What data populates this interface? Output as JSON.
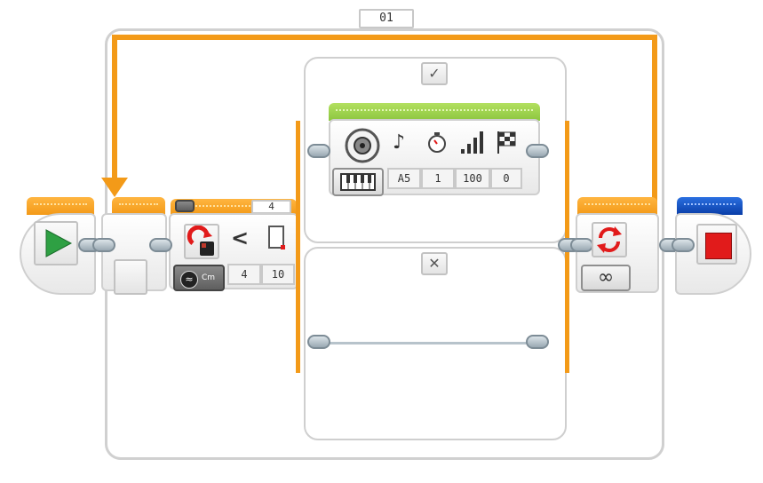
{
  "loop": {
    "name": "01",
    "count_mode": "∞"
  },
  "switch": {
    "true_tab": "✓",
    "false_tab": "✕"
  },
  "ultrasonic_compare": {
    "port": "4",
    "compare_symbol": "<",
    "unit": "Cm",
    "compare_type": "4",
    "threshold": "10"
  },
  "sound_block": {
    "note": "A5",
    "duration": "1",
    "volume": "100",
    "play_type": "0"
  },
  "colors": {
    "orange": "#f39a18",
    "green": "#8cc63f",
    "blue": "#0a3ea8",
    "red": "#e11b1b",
    "start_green": "#2ea043"
  }
}
